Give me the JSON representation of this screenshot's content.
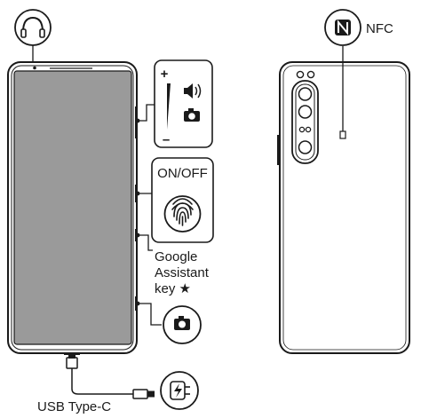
{
  "labels": {
    "nfc": "NFC",
    "on_off": "ON/OFF",
    "google_line1": "Google",
    "google_line2": "Assistant",
    "google_line3": "key ★",
    "usb": "USB Type-C",
    "vol_plus": "+",
    "vol_minus": "–"
  },
  "icons": {
    "headphone": "headphone-icon",
    "nfc": "nfc-icon",
    "speaker": "speaker-icon",
    "camera_small": "camera-icon",
    "fingerprint": "fingerprint-icon",
    "camera_button": "camera-button-icon",
    "charger": "charger-icon"
  },
  "colors": {
    "line": "#1a1a1a",
    "screen": "#9a9a9a",
    "background": "#ffffff"
  }
}
